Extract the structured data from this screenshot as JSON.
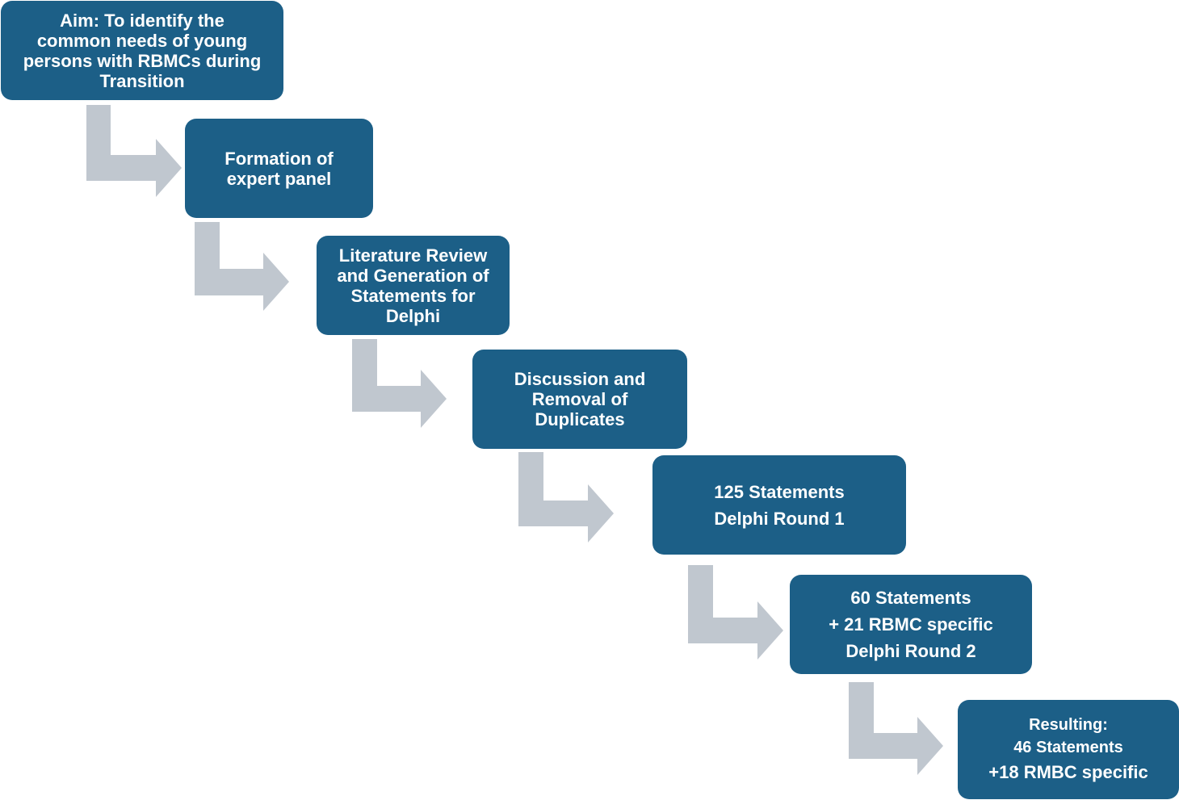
{
  "steps": [
    {
      "lines": [
        "Aim: To identify the",
        "common needs of young",
        "persons with RBMCs during",
        "Transition"
      ]
    },
    {
      "lines": [
        "Formation of",
        "expert panel"
      ]
    },
    {
      "lines": [
        "Literature Review",
        "and Generation of",
        "Statements for",
        "Delphi"
      ]
    },
    {
      "lines": [
        "Discussion and",
        "Removal of",
        "Duplicates"
      ]
    },
    {
      "lines": [
        "125 Statements",
        "Delphi Round 1"
      ]
    },
    {
      "lines": [
        "60 Statements",
        "+ 21 RBMC specific",
        "Delphi Round 2"
      ]
    },
    {
      "lines": [
        "Resulting:",
        "46 Statements",
        "+18 RMBC specific"
      ]
    }
  ],
  "colors": {
    "box_fill": "#1c5f87",
    "box_text": "#ffffff",
    "arrow_fill": "#c0c7cf"
  },
  "connector_icon": "elbow-arrow-icon"
}
